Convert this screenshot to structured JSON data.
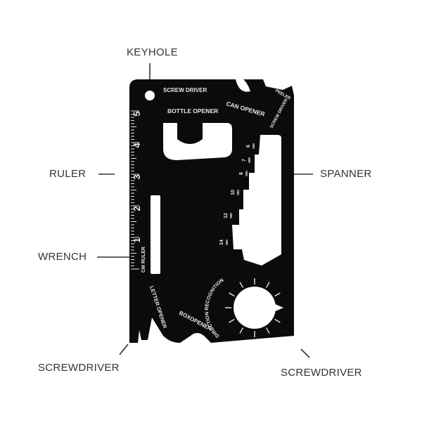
{
  "callouts": {
    "keyhole": "KEYHOLE",
    "ruler": "RULER",
    "wrench": "WRENCH",
    "screwdriver_left": "SCREWDRIVER",
    "spanner": "SPANNER",
    "screwdriver_right": "SCREWDRIVER"
  },
  "card": {
    "color": "#0b0b0b",
    "print_color": "#e8e8e8",
    "labels": {
      "screw_driver": "SCREW DRIVER",
      "bottle_opener": "BOTTLE OPENER",
      "can_opener": "CAN OPENER",
      "peeler": "PEELER",
      "screw_driver_corner": "SCREW DRIVER",
      "cm_ruler": "CM RULER",
      "letter_opener": "LETTER OPENER",
      "box_opener": "BOXOPENER",
      "direction_recognition": "DIRECTION RECOGNITION"
    },
    "ruler_numbers": [
      "5",
      "4",
      "3",
      "2",
      "1"
    ],
    "spanner_sizes": [
      {
        "value": "6",
        "unit": "MM"
      },
      {
        "value": "7",
        "unit": "MM"
      },
      {
        "value": "8",
        "unit": "MM"
      },
      {
        "value": "10",
        "unit": "MM"
      },
      {
        "value": "12",
        "unit": "MM"
      },
      {
        "value": "14",
        "unit": "MM"
      }
    ]
  }
}
